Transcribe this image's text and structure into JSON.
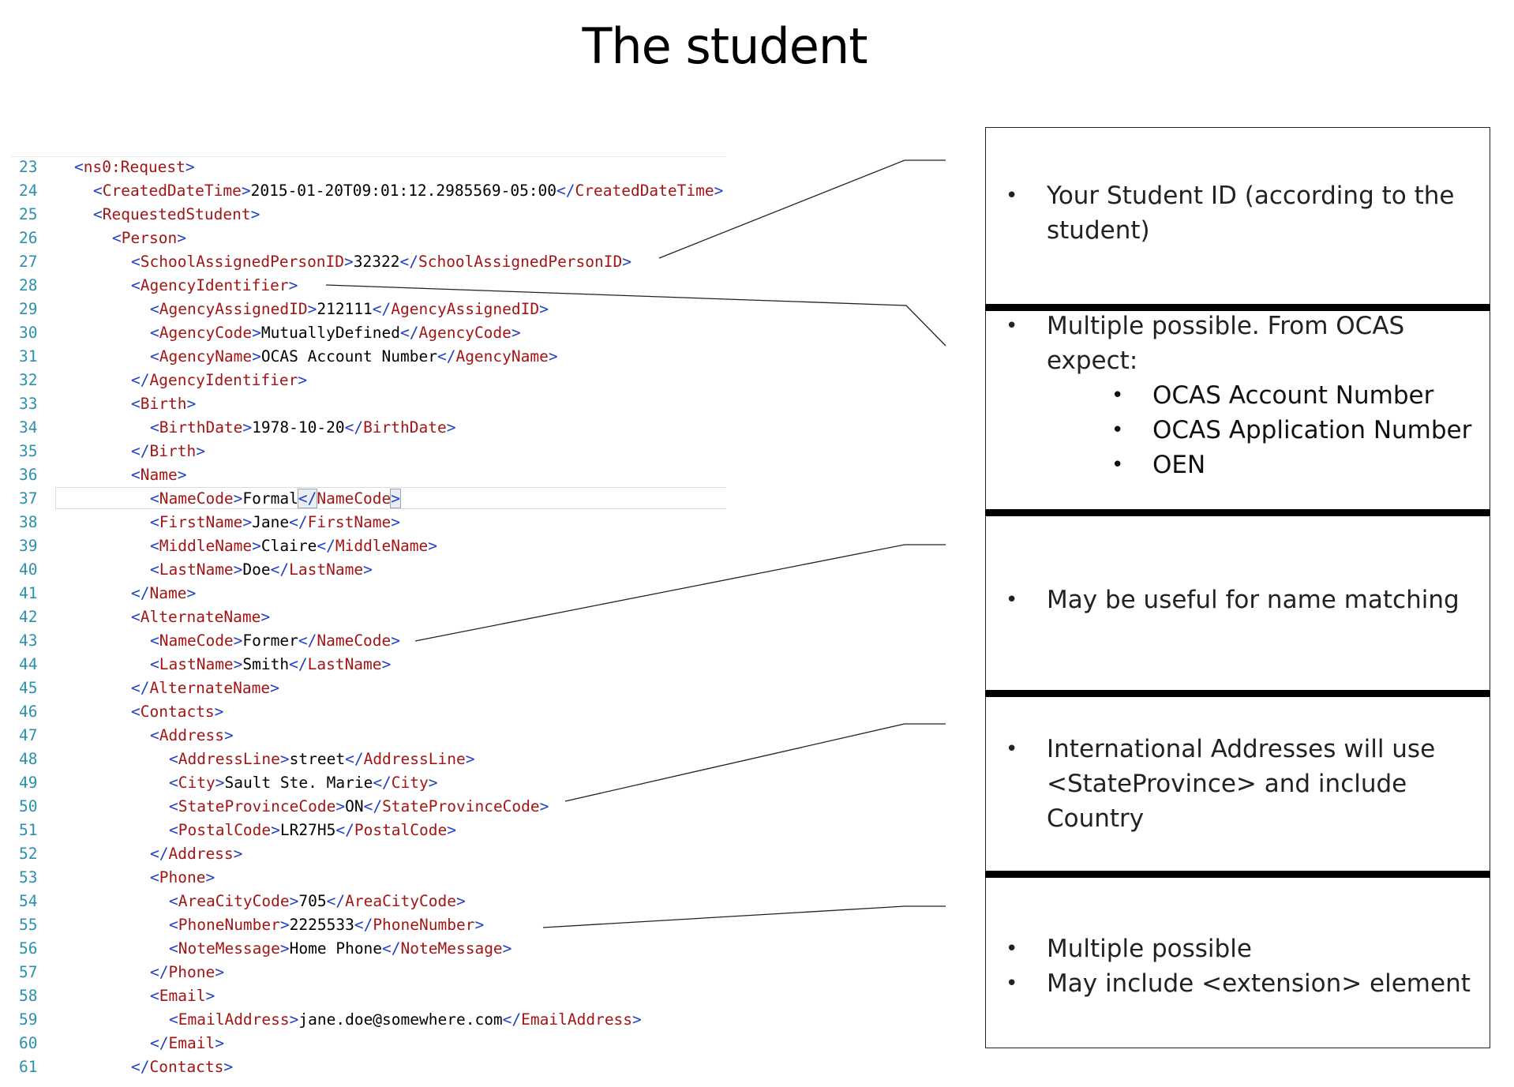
{
  "title": "The student",
  "code": {
    "current_line": 37,
    "lines": [
      {
        "n": "23",
        "indent": 0,
        "open": "ns0:Request",
        "value": "",
        "close": ""
      },
      {
        "n": "24",
        "indent": 1,
        "open": "CreatedDateTime",
        "value": "2015-01-20T09:01:12.2985569-05:00",
        "close": "CreatedDateTime"
      },
      {
        "n": "25",
        "indent": 1,
        "open": "RequestedStudent",
        "value": "",
        "close": ""
      },
      {
        "n": "26",
        "indent": 2,
        "open": "Person",
        "value": "",
        "close": ""
      },
      {
        "n": "27",
        "indent": 3,
        "open": "SchoolAssignedPersonID",
        "value": "32322",
        "close": "SchoolAssignedPersonID"
      },
      {
        "n": "28",
        "indent": 3,
        "open": "AgencyIdentifier",
        "value": "",
        "close": ""
      },
      {
        "n": "29",
        "indent": 4,
        "open": "AgencyAssignedID",
        "value": "212111",
        "close": "AgencyAssignedID"
      },
      {
        "n": "30",
        "indent": 4,
        "open": "AgencyCode",
        "value": "MutuallyDefined",
        "close": "AgencyCode"
      },
      {
        "n": "31",
        "indent": 4,
        "open": "AgencyName",
        "value": "OCAS Account Number",
        "close": "AgencyName"
      },
      {
        "n": "32",
        "indent": 3,
        "open": "",
        "value": "",
        "close": "AgencyIdentifier"
      },
      {
        "n": "33",
        "indent": 3,
        "open": "Birth",
        "value": "",
        "close": ""
      },
      {
        "n": "34",
        "indent": 4,
        "open": "BirthDate",
        "value": "1978-10-20",
        "close": "BirthDate"
      },
      {
        "n": "35",
        "indent": 3,
        "open": "",
        "value": "",
        "close": "Birth"
      },
      {
        "n": "36",
        "indent": 3,
        "open": "Name",
        "value": "",
        "close": ""
      },
      {
        "n": "37",
        "indent": 4,
        "open": "NameCode",
        "value": "Formal",
        "close": "NameCode"
      },
      {
        "n": "38",
        "indent": 4,
        "open": "FirstName",
        "value": "Jane",
        "close": "FirstName"
      },
      {
        "n": "39",
        "indent": 4,
        "open": "MiddleName",
        "value": "Claire",
        "close": "MiddleName"
      },
      {
        "n": "40",
        "indent": 4,
        "open": "LastName",
        "value": "Doe",
        "close": "LastName"
      },
      {
        "n": "41",
        "indent": 3,
        "open": "",
        "value": "",
        "close": "Name"
      },
      {
        "n": "42",
        "indent": 3,
        "open": "AlternateName",
        "value": "",
        "close": ""
      },
      {
        "n": "43",
        "indent": 4,
        "open": "NameCode",
        "value": "Former",
        "close": "NameCode"
      },
      {
        "n": "44",
        "indent": 4,
        "open": "LastName",
        "value": "Smith",
        "close": "LastName"
      },
      {
        "n": "45",
        "indent": 3,
        "open": "",
        "value": "",
        "close": "AlternateName"
      },
      {
        "n": "46",
        "indent": 3,
        "open": "Contacts",
        "value": "",
        "close": ""
      },
      {
        "n": "47",
        "indent": 4,
        "open": "Address",
        "value": "",
        "close": ""
      },
      {
        "n": "48",
        "indent": 5,
        "open": "AddressLine",
        "value": "street",
        "close": "AddressLine"
      },
      {
        "n": "49",
        "indent": 5,
        "open": "City",
        "value": "Sault Ste. Marie",
        "close": "City"
      },
      {
        "n": "50",
        "indent": 5,
        "open": "StateProvinceCode",
        "value": "ON",
        "close": "StateProvinceCode"
      },
      {
        "n": "51",
        "indent": 5,
        "open": "PostalCode",
        "value": "LR27H5",
        "close": "PostalCode"
      },
      {
        "n": "52",
        "indent": 4,
        "open": "",
        "value": "",
        "close": "Address"
      },
      {
        "n": "53",
        "indent": 4,
        "open": "Phone",
        "value": "",
        "close": ""
      },
      {
        "n": "54",
        "indent": 5,
        "open": "AreaCityCode",
        "value": "705",
        "close": "AreaCityCode"
      },
      {
        "n": "55",
        "indent": 5,
        "open": "PhoneNumber",
        "value": "2225533",
        "close": "PhoneNumber"
      },
      {
        "n": "56",
        "indent": 5,
        "open": "NoteMessage",
        "value": "Home Phone",
        "close": "NoteMessage"
      },
      {
        "n": "57",
        "indent": 4,
        "open": "",
        "value": "",
        "close": "Phone"
      },
      {
        "n": "58",
        "indent": 4,
        "open": "Email",
        "value": "",
        "close": ""
      },
      {
        "n": "59",
        "indent": 5,
        "open": "EmailAddress",
        "value": "jane.doe@somewhere.com",
        "close": "EmailAddress"
      },
      {
        "n": "60",
        "indent": 4,
        "open": "",
        "value": "",
        "close": "Email"
      },
      {
        "n": "61",
        "indent": 3,
        "open": "",
        "value": "",
        "close": "Contacts"
      }
    ]
  },
  "notes": [
    {
      "bullets": [
        "Your Student ID (according to the student)"
      ],
      "sub": []
    },
    {
      "bullets": [
        "Multiple possible.  From OCAS expect:"
      ],
      "sub": [
        "OCAS Account Number",
        "OCAS Application Number",
        "OEN"
      ]
    },
    {
      "bullets": [
        "May be useful for name matching"
      ],
      "sub": []
    },
    {
      "bullets": [
        "International Addresses will use <StateProvince> and include Country"
      ],
      "sub": []
    },
    {
      "bullets": [
        "Multiple possible",
        "May include <extension> element"
      ],
      "sub": []
    }
  ],
  "bullet_glyph": "•"
}
